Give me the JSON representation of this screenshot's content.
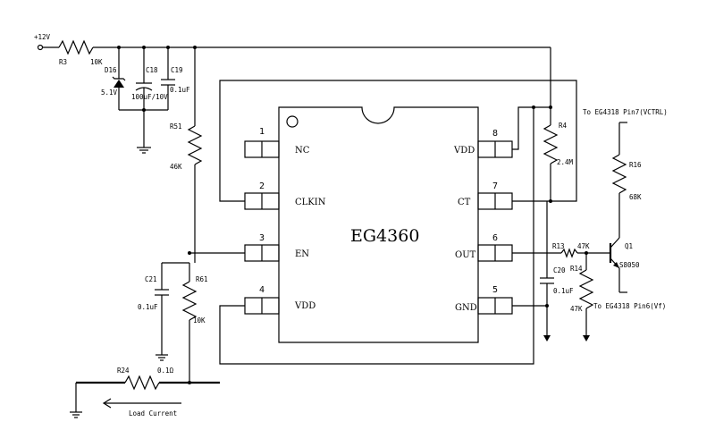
{
  "chip": {
    "part": "EG4360",
    "pins": [
      {
        "num": "1",
        "name": "NC"
      },
      {
        "num": "2",
        "name": "CLKIN"
      },
      {
        "num": "3",
        "name": "EN"
      },
      {
        "num": "4",
        "name": "VDD"
      },
      {
        "num": "5",
        "name": "GND"
      },
      {
        "num": "6",
        "name": "OUT"
      },
      {
        "num": "7",
        "name": "CT"
      },
      {
        "num": "8",
        "name": "VDD"
      }
    ]
  },
  "supply": "+12V",
  "components": {
    "r3": {
      "ref": "R3",
      "value": "10K"
    },
    "d16": {
      "ref": "D16",
      "value": "5.1V"
    },
    "c18": {
      "ref": "C18",
      "value": "100uF/10V"
    },
    "c19": {
      "ref": "C19",
      "value": "0.1uF"
    },
    "r51": {
      "ref": "R51",
      "value": "46K"
    },
    "c21": {
      "ref": "C21",
      "value": "0.1uF"
    },
    "r61": {
      "ref": "R61",
      "value": "10K"
    },
    "r24": {
      "ref": "R24",
      "value": "0.1Ω"
    },
    "r4": {
      "ref": "R4",
      "value": "2.4M"
    },
    "c20": {
      "ref": "C20",
      "value": "0.1uF"
    },
    "r13": {
      "ref": "R13",
      "value": "47K"
    },
    "r14": {
      "ref": "R14",
      "value": "47K"
    },
    "r16": {
      "ref": "R16",
      "value": "68K"
    },
    "q1": {
      "ref": "Q1",
      "value": "S8050"
    }
  },
  "notes": {
    "to_vctrl": "To EG4318 Pin7(VCTRL)",
    "to_vf": "To EG4318 Pin6(Vf)",
    "load_current": "Load Current"
  }
}
